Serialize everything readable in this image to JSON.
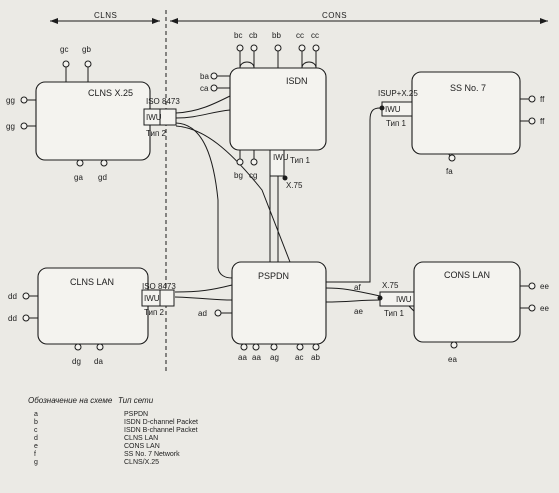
{
  "domains": {
    "clns": "CLNS",
    "cons": "CONS"
  },
  "nodes": {
    "clns_x25": {
      "label": "CLNS X.25",
      "ports": [
        "gc",
        "gb",
        "gg",
        "gg",
        "ga",
        "gd"
      ]
    },
    "isdn": {
      "label": "ISDN",
      "ports": [
        "bc",
        "cb",
        "bb",
        "cc",
        "cc",
        "ba",
        "ca",
        "bg",
        "cg"
      ]
    },
    "ss7": {
      "label": "SS No. 7",
      "ports": [
        "ff",
        "ff",
        "fa"
      ]
    },
    "clns_lan": {
      "label": "CLNS LAN",
      "ports": [
        "dd",
        "dd",
        "dg",
        "da"
      ]
    },
    "pspdn": {
      "label": "PSPDN",
      "ports": [
        "ad",
        "af",
        "ae",
        "aa",
        "aa",
        "ag",
        "ac",
        "ab"
      ]
    },
    "cons_lan": {
      "label": "CONS LAN",
      "ports": [
        "ee",
        "ee",
        "ea"
      ]
    }
  },
  "iwu": {
    "top": {
      "label": "IWU",
      "protocol": "ISO 8473",
      "type": "Тип 2"
    },
    "isdn": {
      "label": "IWU",
      "protocol": "X.75",
      "type": "Тип 1"
    },
    "ss7": {
      "label": "IWU",
      "protocol": "ISUP+X.25",
      "type": "Тип 1"
    },
    "bottom": {
      "label": "IWU",
      "protocol": "ISO 8473",
      "type": "Тип 2"
    },
    "cons": {
      "label": "IWU",
      "protocol": "X.75",
      "type": "Тип 1"
    }
  },
  "legend": {
    "header_code": "Обозначение на схеме",
    "header_type": "Тип сети",
    "rows": [
      {
        "code": "a",
        "name": "PSPDN"
      },
      {
        "code": "b",
        "name": "ISDN D-channel Packet"
      },
      {
        "code": "c",
        "name": "ISDN B-channel Packet"
      },
      {
        "code": "d",
        "name": "CLNS LAN"
      },
      {
        "code": "e",
        "name": "CONS LAN"
      },
      {
        "code": "f",
        "name": "SS No. 7 Network"
      },
      {
        "code": "g",
        "name": "CLNS/X.25"
      }
    ]
  }
}
